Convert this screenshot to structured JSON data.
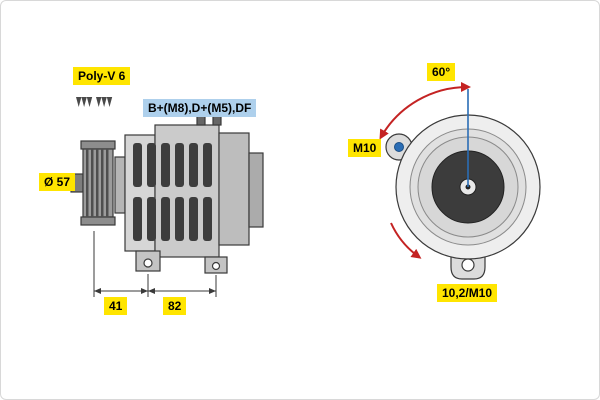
{
  "side_view": {
    "belt_type": "Poly-V 6",
    "terminals": "B+(M8),D+(M5),DF",
    "pulley_diameter": "Ø 57",
    "dim_pulley_to_mount": "41",
    "dim_mount_span": "82"
  },
  "front_view": {
    "mount_angle": "60°",
    "mount_thread": "M10",
    "mount_hole": "10,2/M10"
  },
  "colors": {
    "highlight_yellow": "#ffe500",
    "highlight_blue": "#aed0ec",
    "line_dark": "#3a3a3a",
    "accent_blue": "#2a6db5",
    "accent_red": "#c42323"
  }
}
